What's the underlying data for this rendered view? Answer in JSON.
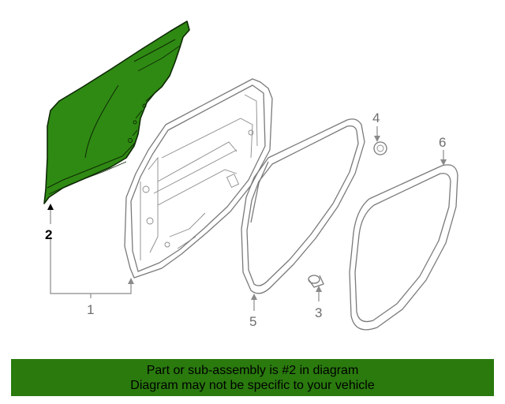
{
  "diagram": {
    "highlight_color": "#2f8a13",
    "banner_color": "#2a7a0e",
    "callouts": [
      {
        "label": "1",
        "part": "door-assembly",
        "highlighted": false
      },
      {
        "label": "2",
        "part": "outer-door-panel",
        "highlighted": true
      },
      {
        "label": "3",
        "part": "plug",
        "highlighted": false
      },
      {
        "label": "4",
        "part": "grommet",
        "highlighted": false
      },
      {
        "label": "5",
        "part": "door-weatherstrip",
        "highlighted": false
      },
      {
        "label": "6",
        "part": "body-side-weatherstrip",
        "highlighted": false
      }
    ]
  },
  "footer": {
    "line1": "Part or sub-assembly is #2 in diagram",
    "line2": "Diagram may not be specific to your vehicle"
  }
}
